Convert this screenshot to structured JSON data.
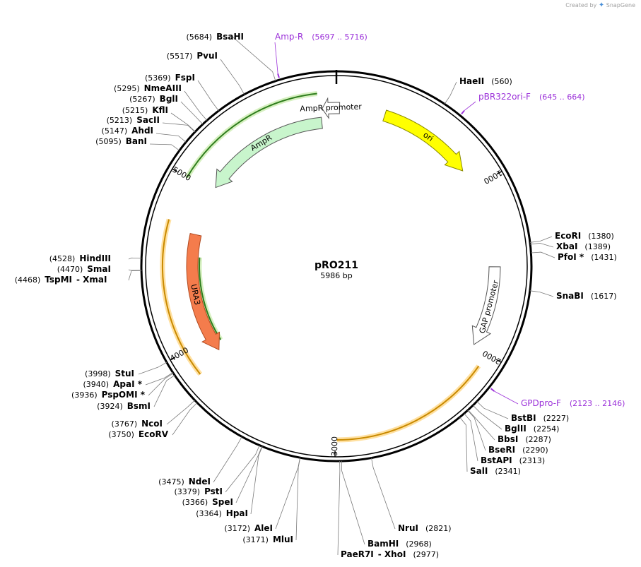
{
  "brand": {
    "prefix": "Created by",
    "name": "SnapGene"
  },
  "plasmid": {
    "name": "pRO211",
    "size_label": "5986 bp",
    "length": 5986
  },
  "ticks": [
    {
      "value": 1000,
      "label": "1000"
    },
    {
      "value": 2000,
      "label": "2000"
    },
    {
      "value": 3000,
      "label": "3000"
    },
    {
      "value": 4000,
      "label": "4000"
    },
    {
      "value": 5000,
      "label": "5000"
    }
  ],
  "features": [
    {
      "name": "ori",
      "label": "ori",
      "color": "#ffff00",
      "stroke": "#8a8a00",
      "start": 295,
      "end": 880,
      "direction": "cw",
      "track": 0
    },
    {
      "name": "AmpR promoter",
      "label": "AmpR promoter",
      "color": "#ffffff",
      "stroke": "#555555",
      "start": 5900,
      "end": 6005,
      "direction": "ccw",
      "track": 0
    },
    {
      "name": "AmpR",
      "label": "AmpR",
      "color": "#c8f5cc",
      "stroke": "#555555",
      "start": 5040,
      "end": 5890,
      "direction": "ccw",
      "track": 1
    },
    {
      "name": "GAP promoter",
      "label": "GAP promoter",
      "color": "#ffffff",
      "stroke": "#555555",
      "start": 1500,
      "end": 1990,
      "direction": "cw",
      "track": 0
    },
    {
      "name": "URA3",
      "label": "URA3",
      "color": "#f47c4c",
      "stroke": "#b04a20",
      "start": 3900,
      "end": 4700,
      "direction": "ccw",
      "track": 1
    }
  ],
  "orf_arcs": [
    {
      "name": "AmpR ORF",
      "color": "#2e7d1c",
      "halo": "#d6f0c0",
      "start": 5000,
      "end": 5880,
      "track": "outer"
    },
    {
      "name": "URA3 ORF left",
      "color": "#c98a00",
      "halo": "#ffe0a0",
      "start": 3850,
      "end": 4750,
      "track": "outer"
    },
    {
      "name": "URA3 ORF inner",
      "color": "#2e7d1c",
      "halo": "#d6f0c0",
      "start": 3950,
      "end": 4550,
      "track": "inner"
    },
    {
      "name": "GAP ORF",
      "color": "#c98a00",
      "halo": "#ffe0a0",
      "start": 2080,
      "end": 2990,
      "track": "outer"
    }
  ],
  "primers": [
    {
      "name": "Amp-R",
      "range": "(5697 .. 5716)",
      "pos": 5705
    },
    {
      "name": "pBR322ori-F",
      "range": "(645 .. 664)",
      "pos": 655
    },
    {
      "name": "GPDpro-F",
      "range": "(2123 .. 2146)",
      "pos": 2135
    }
  ],
  "enzymes_left_top": [
    {
      "pos_label": "(5684)",
      "name": "BsaHI",
      "pos": 5684
    },
    {
      "pos_label": "(5517)",
      "name": "PvuI",
      "pos": 5517
    },
    {
      "pos_label": "(5369)",
      "name": "FspI",
      "pos": 5369
    },
    {
      "pos_label": "(5295)",
      "name": "NmeAIII",
      "pos": 5295
    },
    {
      "pos_label": "(5267)",
      "name": "BglI",
      "pos": 5267
    },
    {
      "pos_label": "(5215)",
      "name": "KflI",
      "pos": 5215
    },
    {
      "pos_label": "(5213)",
      "name": "SacII",
      "pos": 5213
    },
    {
      "pos_label": "(5147)",
      "name": "AhdI",
      "pos": 5147
    },
    {
      "pos_label": "(5095)",
      "name": "BanI",
      "pos": 5095
    }
  ],
  "enzymes_right_top": [
    {
      "pos_label": "(560)",
      "name": "HaeII",
      "pos": 560
    },
    {
      "pos_label": "(1380)",
      "name": "EcoRI",
      "pos": 1380
    },
    {
      "pos_label": "(1389)",
      "name": "XbaI",
      "pos": 1389
    },
    {
      "pos_label": "(1431)",
      "name": "PfoI *",
      "pos": 1431
    },
    {
      "pos_label": "(1617)",
      "name": "SnaBI",
      "pos": 1617
    }
  ],
  "enzymes_left_mid": [
    {
      "pos_label": "(4528)",
      "name": "HindIII",
      "pos": 4528
    },
    {
      "pos_label": "(4470)",
      "name": "SmaI",
      "pos": 4470
    },
    {
      "pos_label": "(4468)",
      "name": "TspMI",
      "extra": "- XmaI",
      "pos": 4468
    }
  ],
  "enzymes_left_bottom": [
    {
      "pos_label": "(3998)",
      "name": "StuI",
      "pos": 3998
    },
    {
      "pos_label": "(3940)",
      "name": "ApaI *",
      "pos": 3940
    },
    {
      "pos_label": "(3936)",
      "name": "PspOMI *",
      "pos": 3936
    },
    {
      "pos_label": "(3924)",
      "name": "BsmI",
      "pos": 3924
    },
    {
      "pos_label": "(3767)",
      "name": "NcoI",
      "pos": 3767
    },
    {
      "pos_label": "(3750)",
      "name": "EcoRV",
      "pos": 3750
    }
  ],
  "enzymes_bottom_left": [
    {
      "pos_label": "(3475)",
      "name": "NdeI",
      "pos": 3475
    },
    {
      "pos_label": "(3379)",
      "name": "PstI",
      "pos": 3379
    },
    {
      "pos_label": "(3366)",
      "name": "SpeI",
      "pos": 3366
    },
    {
      "pos_label": "(3364)",
      "name": "HpaI",
      "pos": 3364
    },
    {
      "pos_label": "(3172)",
      "name": "AleI",
      "pos": 3172
    },
    {
      "pos_label": "(3171)",
      "name": "MluI",
      "pos": 3171
    }
  ],
  "enzymes_bottom_right": [
    {
      "pos_label": "(2821)",
      "name": "NruI",
      "pos": 2821
    },
    {
      "pos_label": "(2968)",
      "name": "BamHI",
      "pos": 2968
    },
    {
      "pos_label": "(2977)",
      "name": "PaeR7I",
      "extra": "- XhoI",
      "pos": 2977
    }
  ],
  "enzymes_right_bottom": [
    {
      "pos_label": "(2227)",
      "name": "BstBI",
      "pos": 2227
    },
    {
      "pos_label": "(2254)",
      "name": "BglII",
      "pos": 2254
    },
    {
      "pos_label": "(2287)",
      "name": "BbsI",
      "pos": 2287
    },
    {
      "pos_label": "(2290)",
      "name": "BseRI",
      "pos": 2290
    },
    {
      "pos_label": "(2313)",
      "name": "BstAPI",
      "pos": 2313
    },
    {
      "pos_label": "(2341)",
      "name": "SalI",
      "pos": 2341
    }
  ]
}
